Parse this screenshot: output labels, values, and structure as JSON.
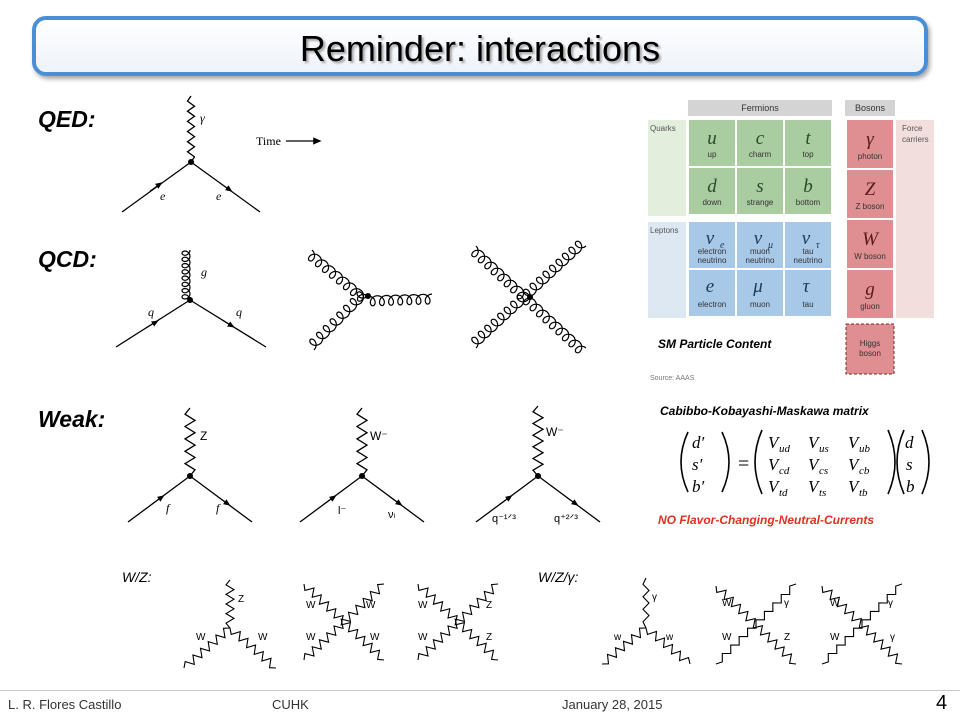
{
  "slide": {
    "title": "Reminder: interactions"
  },
  "sections": {
    "qed": "QED:",
    "qcd": "QCD:",
    "weak": "Weak:",
    "wz": "W/Z:",
    "wz_gamma": "W/Z/γ:"
  },
  "qed_diagram": {
    "photon": "γ",
    "electron_in": "e",
    "electron_out": "e",
    "time_label": "Time"
  },
  "qcd_diagram": {
    "gluon": "g",
    "quark_in": "q",
    "quark_out": "q"
  },
  "weak_diagrams": [
    {
      "boson": "Z",
      "in": "f",
      "out": "f"
    },
    {
      "boson": "W⁻",
      "in": "l⁻",
      "out": "νₗ"
    },
    {
      "boson": "W⁻",
      "in": "q⁻¹ᐟ³",
      "out": "q⁺²ᐟ³"
    }
  ],
  "wz_vertices": {
    "triple": {
      "top": "Z",
      "left": "W",
      "right": "W"
    },
    "quartic_a": {
      "tl": "W",
      "tr": "W",
      "bl": "W",
      "br": "W"
    },
    "quartic_b": {
      "tl": "W",
      "tr": "Z",
      "bl": "W",
      "br": "Z"
    }
  },
  "wzg_vertices": {
    "triple": {
      "top": "γ",
      "left": "w",
      "right": "w"
    },
    "quartic_a": {
      "tl": "W",
      "tr": "γ",
      "bl": "W",
      "br": "Z"
    },
    "quartic_b": {
      "tl": "W",
      "tr": "γ",
      "bl": "W",
      "br": "γ"
    }
  },
  "sm_table": {
    "fermions_header": "Fermions",
    "bosons_header": "Bosons",
    "quarks_label": "Quarks",
    "leptons_label": "Leptons",
    "force_label_1": "Force",
    "force_label_2": "carriers",
    "caption": "SM Particle Content",
    "source": "Source: AAAS",
    "quarks": [
      {
        "symbol": "u",
        "name": "up"
      },
      {
        "symbol": "c",
        "name": "charm"
      },
      {
        "symbol": "t",
        "name": "top"
      },
      {
        "symbol": "d",
        "name": "down"
      },
      {
        "symbol": "s",
        "name": "strange"
      },
      {
        "symbol": "b",
        "name": "bottom"
      }
    ],
    "leptons": [
      {
        "symbol": "ν",
        "sub": "e",
        "name": "electron neutrino"
      },
      {
        "symbol": "ν",
        "sub": "μ",
        "name": "muon neutrino"
      },
      {
        "symbol": "ν",
        "sub": "τ",
        "name": "tau neutrino"
      },
      {
        "symbol": "e",
        "sub": "",
        "name": "electron"
      },
      {
        "symbol": "μ",
        "sub": "",
        "name": "muon"
      },
      {
        "symbol": "τ",
        "sub": "",
        "name": "tau"
      }
    ],
    "bosons": [
      {
        "symbol": "γ",
        "name": "photon"
      },
      {
        "symbol": "Z",
        "name": "Z boson"
      },
      {
        "symbol": "W",
        "name": "W boson"
      },
      {
        "symbol": "g",
        "name": "gluon"
      }
    ],
    "higgs": {
      "line1": "Higgs",
      "line2": "boson"
    }
  },
  "ckm": {
    "title": "Cabibbo-Kobayashi-Maskawa matrix",
    "lhs": [
      "d′",
      "s′",
      "b′"
    ],
    "eq": "=",
    "matrix": [
      [
        "V",
        "ud",
        "V",
        "us",
        "V",
        "ub"
      ],
      [
        "V",
        "cd",
        "V",
        "cs",
        "V",
        "cb"
      ],
      [
        "V",
        "td",
        "V",
        "ts",
        "V",
        "tb"
      ]
    ],
    "rhs": [
      "d",
      "s",
      "b"
    ],
    "note": "NO Flavor-Changing-Neutral-Currents"
  },
  "footer": {
    "author": "L. R. Flores Castillo",
    "institution": "CUHK",
    "date": "January 28, 2015",
    "page": "4"
  },
  "colors": {
    "title_border": "#4a8fd6",
    "quark_bg": "#a9cca0",
    "lepton_bg": "#a8c8e8",
    "boson_bg": "#df8f92",
    "red_note": "#e0301e"
  }
}
